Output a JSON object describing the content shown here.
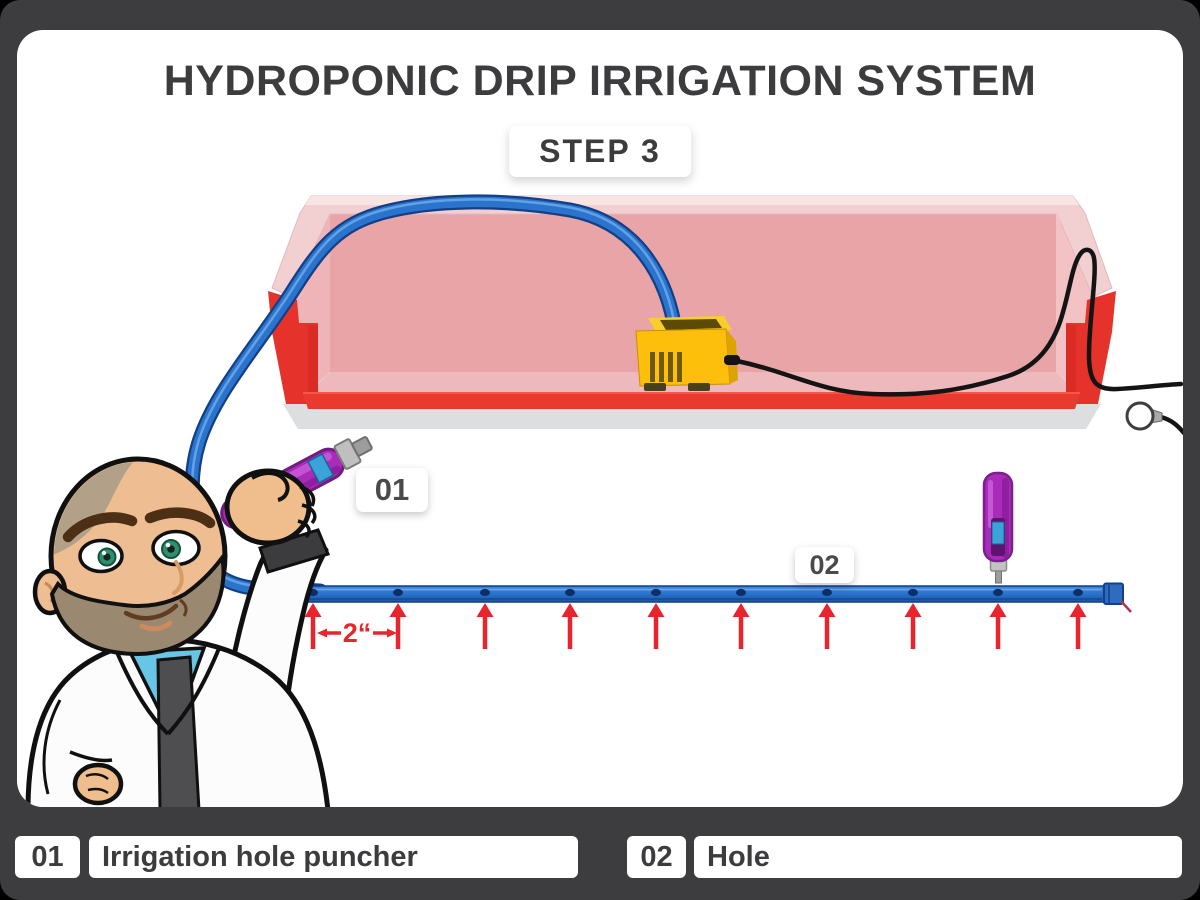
{
  "header": {
    "title": "HYDROPONIC DRIP IRRIGATION SYSTEM",
    "step_label": "STEP 3"
  },
  "callouts": {
    "puncher_number": "01",
    "hole_number": "02"
  },
  "measurement": {
    "spacing_label": "2“"
  },
  "legend": {
    "items": [
      {
        "number": "01",
        "label": "Irrigation hole puncher"
      },
      {
        "number": "02",
        "label": "Hole"
      }
    ]
  },
  "illustration": {
    "hole_positions_x": [
      313,
      398,
      485,
      570,
      656,
      741,
      827,
      913,
      998,
      1078
    ],
    "tube_hole_y": 592.5,
    "colors": {
      "frame_dark": "#3d3d3f",
      "arrow_red": "#e8242c",
      "hole_navy": "#0b2f68",
      "tube_blue": "#2b74cd",
      "container_red": "#e5332c",
      "pump_yellow": "#fdbf0b",
      "puncher_purple": "#a82cb8"
    }
  }
}
